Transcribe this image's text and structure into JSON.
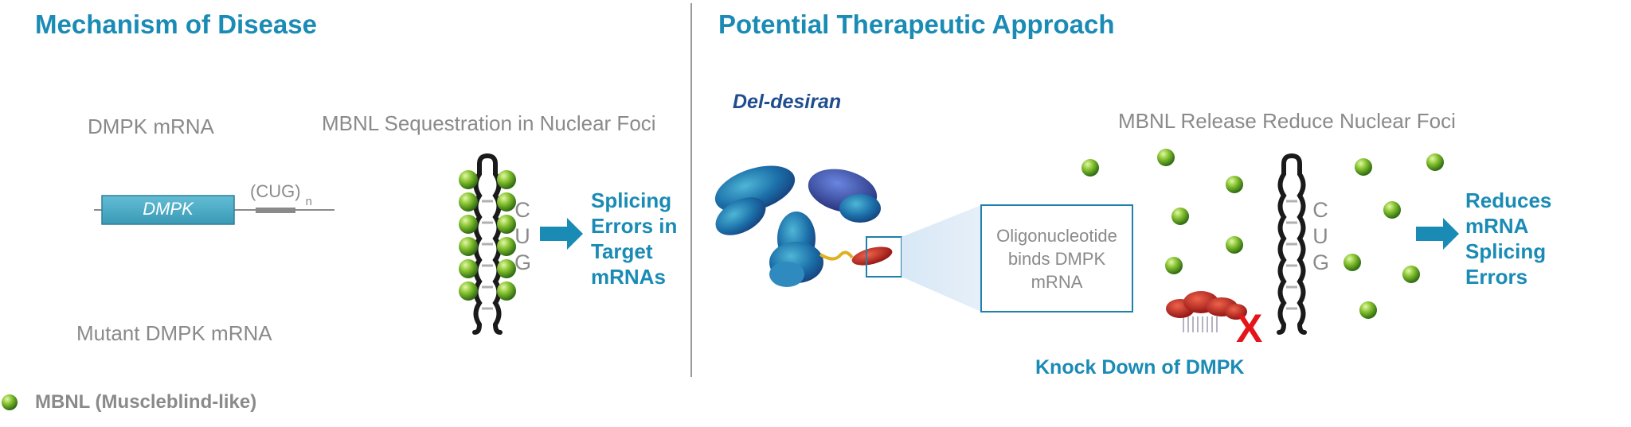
{
  "left_panel": {
    "title": "Mechanism of Disease",
    "dmpk_mrna_label": "DMPK mRNA",
    "dmpk_box_label": "DMPK",
    "cug_repeat_label": "(CUG)",
    "cug_repeat_subscript": "n",
    "sequestration_label": "MBNL Sequestration in Nuclear Foci",
    "cug_letters": [
      "C",
      "U",
      "G"
    ],
    "outcome_lines": [
      "Splicing",
      "Errors in",
      "Target",
      "mRNAs"
    ],
    "mutant_label": "Mutant DMPK mRNA"
  },
  "right_panel": {
    "title": "Potential Therapeutic Approach",
    "drug_name": "Del-desiran",
    "release_label": "MBNL Release Reduce Nuclear Foci",
    "oligo_lines": [
      "Oligonucleotide",
      "binds DMPK",
      "mRNA"
    ],
    "cug_letters": [
      "C",
      "U",
      "G"
    ],
    "outcome_lines": [
      "Reduces",
      "mRNA",
      "Splicing",
      "Errors"
    ],
    "knockdown_label": "Knock Down of DMPK",
    "x_mark": "X"
  },
  "legend": {
    "label": "MBNL (Muscleblind-like)",
    "marker": "mbnl-sphere-icon"
  },
  "colors": {
    "title_blue": "#1a8bb5",
    "drug_blue": "#1f4d8f",
    "grey_text": "#8a8a8a",
    "mbnl_green": "#7bbf2a",
    "x_red": "#e5141b",
    "dmpk_box": "#4aaec8"
  }
}
